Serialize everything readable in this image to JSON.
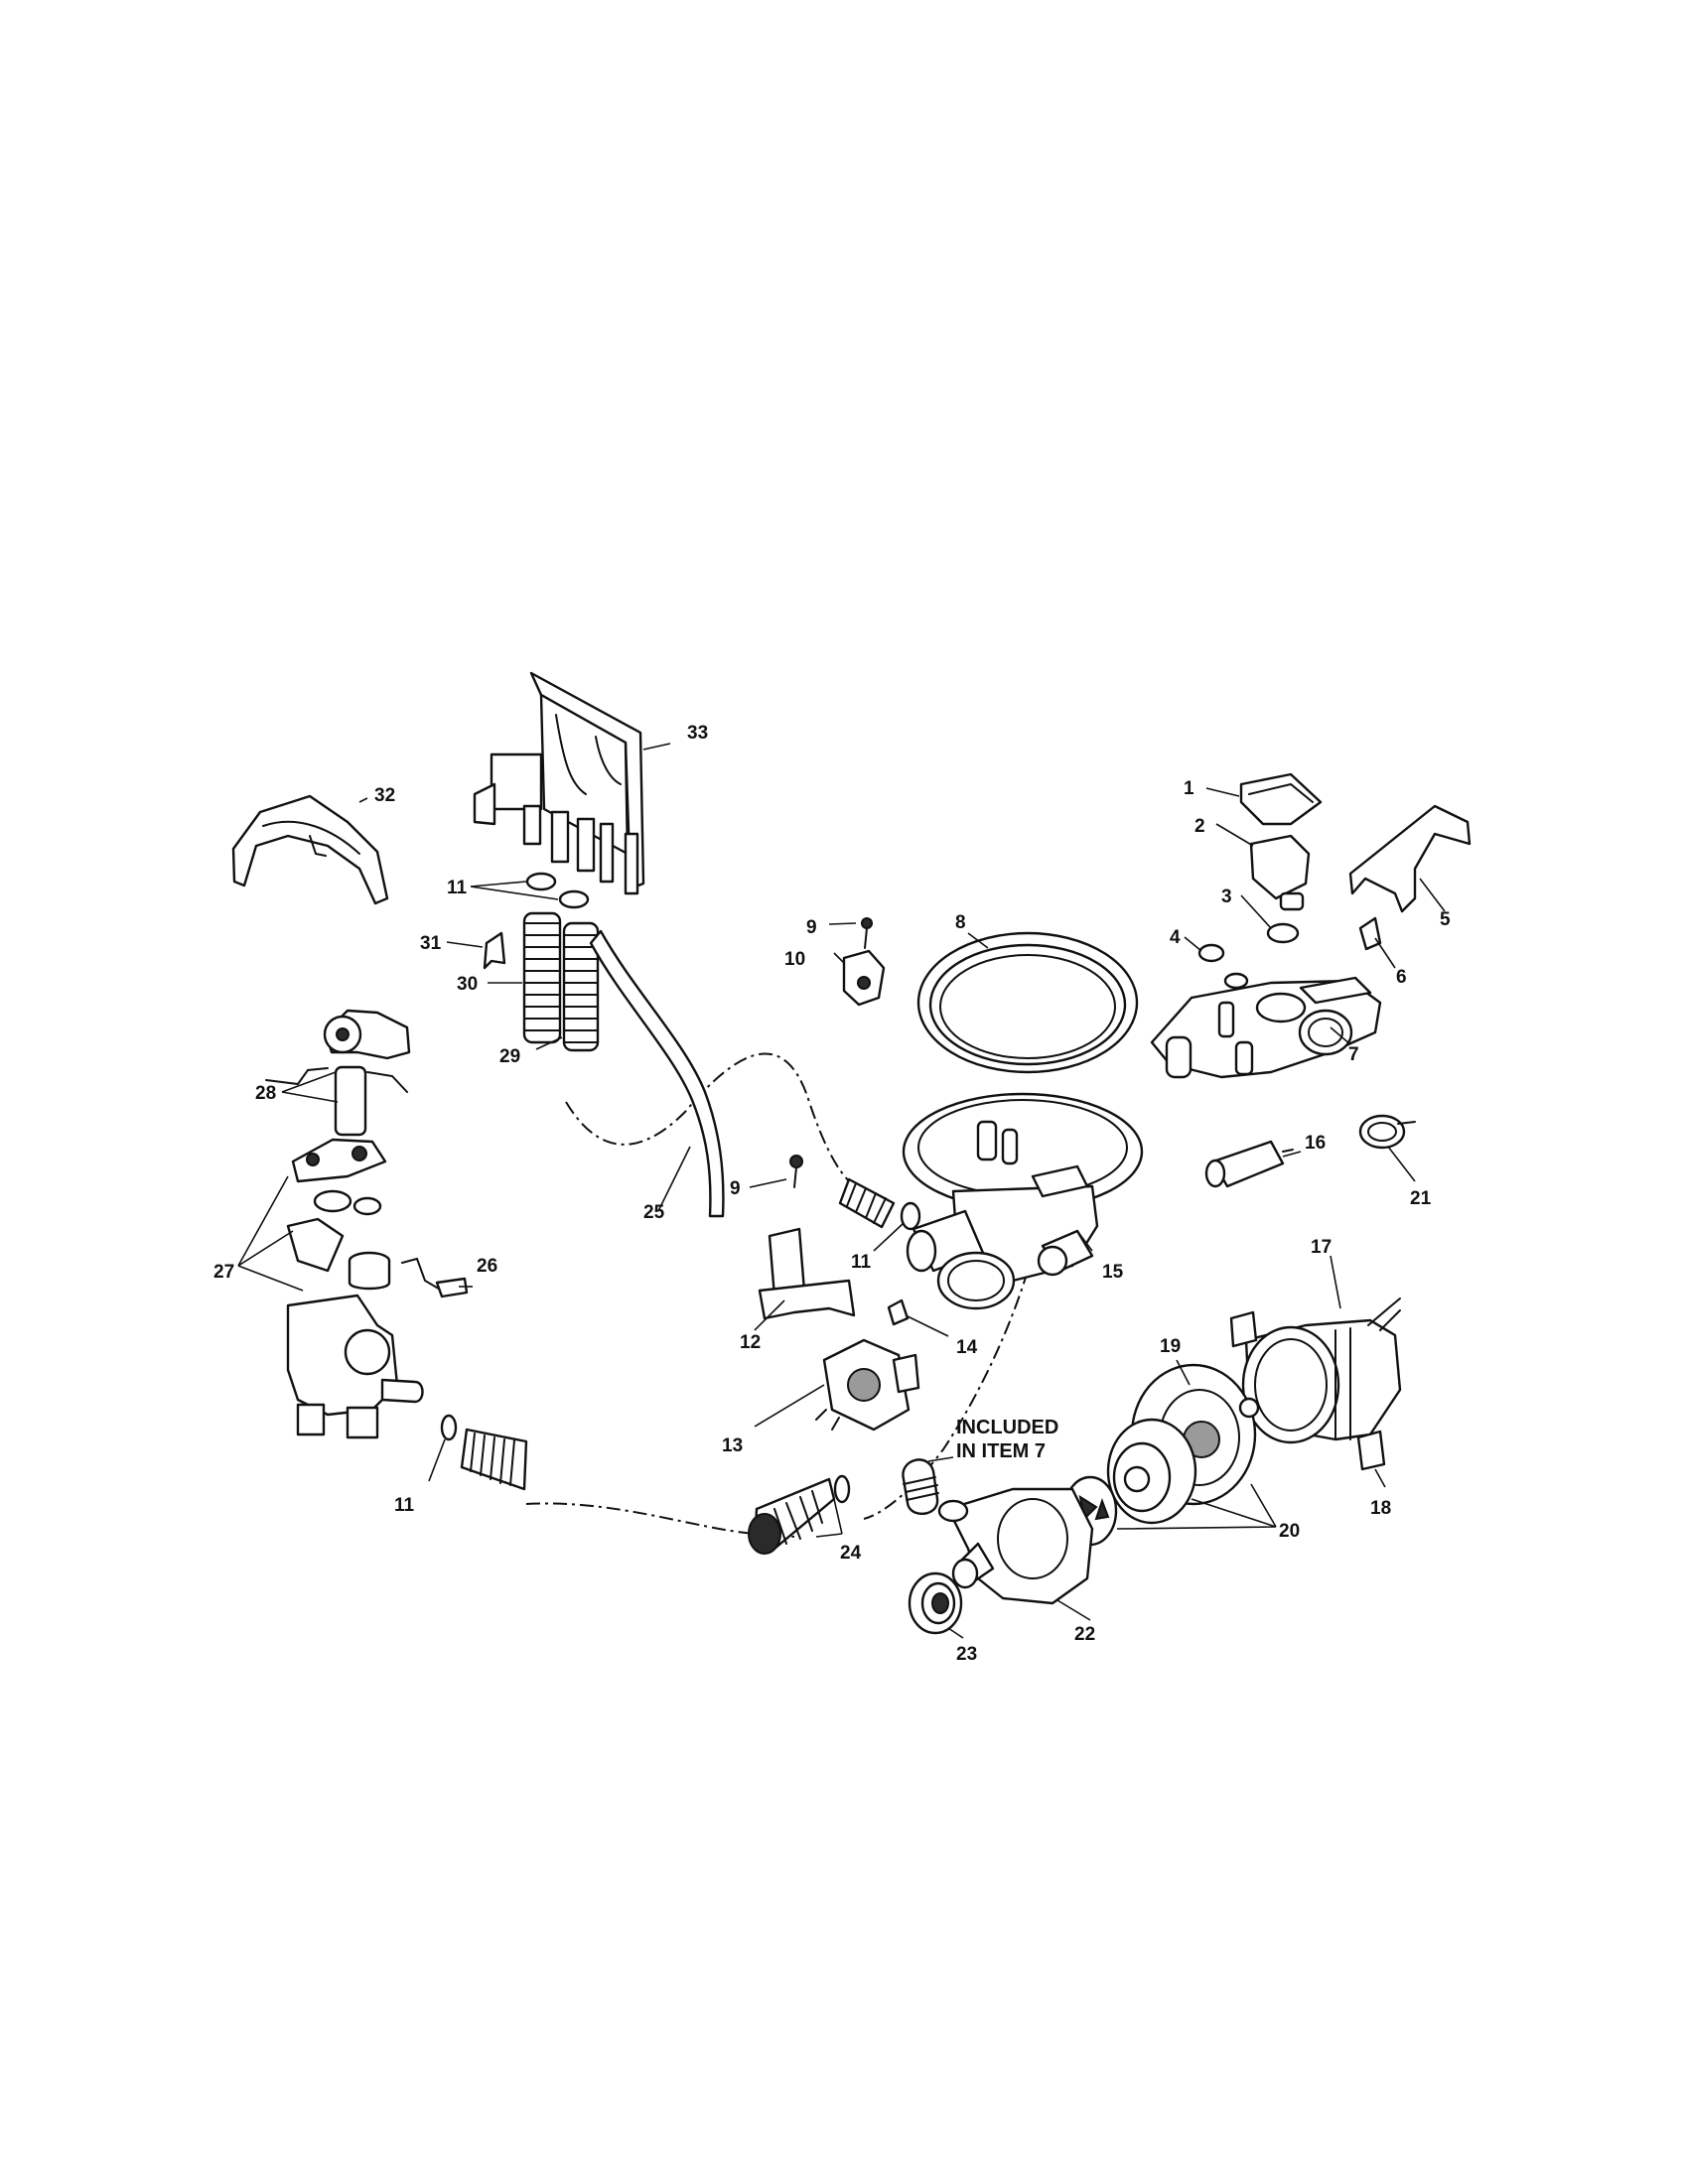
{
  "labels": {
    "p1": "1",
    "p2": "2",
    "p3": "3",
    "p4": "4",
    "p5": "5",
    "p6": "6",
    "p7": "7",
    "p8": "8",
    "p9a": "9",
    "p9b": "9",
    "p10": "10",
    "p11a": "11",
    "p11b": "11",
    "p11c": "11",
    "p12": "12",
    "p13": "13",
    "p14": "14",
    "p15": "15",
    "p16": "16",
    "p17": "17",
    "p18": "18",
    "p19": "19",
    "p20": "20",
    "p21": "21",
    "p22": "22",
    "p23": "23",
    "p24": "24",
    "p25": "25",
    "p26": "26",
    "p27": "27",
    "p28": "28",
    "p29": "29",
    "p30": "30",
    "p31": "31",
    "p32": "32",
    "p33": "33"
  },
  "note": {
    "line1": "INCLUDED",
    "line2": "IN ITEM 7"
  }
}
